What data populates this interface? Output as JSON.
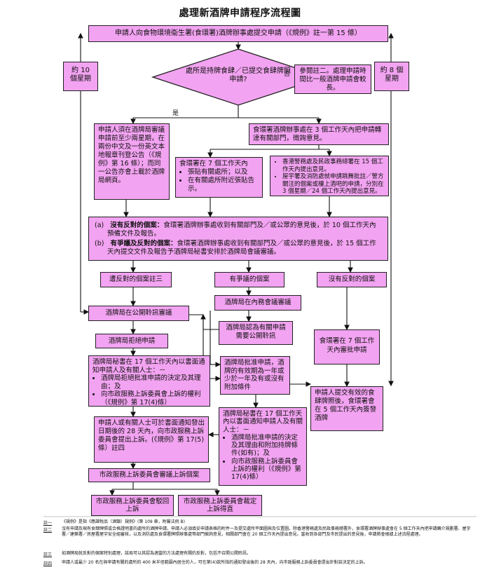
{
  "title": "處理新酒牌申請程序流程圖",
  "start": "申請人向食物環境衞生署(食環署)酒牌辦事處提交申請（《規例》註一第 15 條）",
  "left_weeks": "約 10 個星期",
  "right_weeks": "約 8 個星期",
  "decision": "處所是持牌食肆／已提交食肆牌照申請?",
  "no_label": "否",
  "yes_label": "是",
  "note2_box": "參閱註二。處理申請時間比一般酒牌申請會較長。",
  "gazette": "申請人須在酒牌局審議申請前至少兩星期，在兩份中文及一份英文本地報章刊登公告（《規例》第 16 條）；而同一公告亦會上載於酒牌局網頁。",
  "referral": "食環署酒牌辦事處在 3 個工作天內把申請轉達有關部門，徵詢意見。",
  "posting": {
    "head": "食環署在 7 個工作天內",
    "items": [
      "張貼有關處所；以及",
      "在有關處所附近張貼告示。"
    ]
  },
  "depts": {
    "items": [
      "香港警務處及民政事務總署在 15 個工作天內提出意見。",
      "屋宇署及消防處就申請跳舞批註／警方關注的個案或樓上酒吧的申請，分別在 3 個星期／24 個工作天內提出意見。"
    ]
  },
  "summary": {
    "a_key": "(a)",
    "a_bold": "沒有反對的個案：",
    "a_text": "食環署酒牌辦事處收到有關部門及／或公眾的意見後，於 10 個工作天內預備文件及報告。",
    "b_key": "(b)",
    "b_bold": "有爭議及反對的個案：",
    "b_text": "食環署酒牌辦事處收到有關部門及／或公眾的意見後，於 15 個工作天內提交文件及報告予酒牌局秘書安排於酒牌局會議審議。"
  },
  "objection": "遭反對的個案註三",
  "disputed": "有爭議的個案",
  "no_objection": "沒有反對的個案",
  "public_hearing": "酒牌局在公開聆訊審議",
  "internal_meeting": "酒牌局在內務會議審議",
  "need_public": "酒牌局認為有關申請需要公開聆訊",
  "refuse": "酒牌局拒絕申請",
  "approve_7days": "食環署在 7 個工作天內審批申請",
  "approve_board": "酒牌局批准申請，酒牌的有效期為一年或少於一年及有或沒有附加條件",
  "refuse_notice": {
    "head": "酒牌局秘書在 17 個工作天內以書面通知申請人及有關人士：－",
    "items": [
      "酒牌局拒絕批准申請的決定及其理由；及",
      "向市政服務上訴委員會上訴的權利（《規例》第 17(4)條）"
    ]
  },
  "issue_licence": "申請人提交有效的食肆牌照後，食環署會在 5 個工作天內簽發酒牌",
  "appeal_28": "申請人或有關人士可於書面通知發出日期後的 28 天內，向市政服務上訴委員會提出上訴。(《規例》第 17(5)條）註四",
  "approve_notice": {
    "head": "酒牌局秘書在 17 個工作天內以書面通知申請人及有關人士：－",
    "items": [
      "酒牌局批准申請的決定及其理由和附加持牌條件(如有)；及",
      "向市政服務上訴委員會上訴的權利（《規例》第 17(4)條）"
    ]
  },
  "appeal_board": "市政服務上訴委員會審議上訴個案",
  "appeal_reject": "市政服務上訴委員會駁回上訴",
  "appeal_overturn": "市政服務上訴委員會裁定上訴得直",
  "notes": [
    {
      "key": "註一",
      "text": "《規例》是指《應課稅品（酒類）規例》(第 109 章，附屬法例 B)"
    },
    {
      "key": "註二",
      "text": "沒有申請及現有食肆牌照或合格證明書的處所的酒牌申請，申請人必須填妥申請表格的附件一及提交處所平面圖與及位置圖。除香港警務處及民政事務總署外，食環署酒牌辦事處會在 5 個工作天內把申請轉介規劃署、屋宇署／建築署／房屋署屋宇安全組審核，以及消防處及食環署牌照辦事處等部門徵詢意見，相關部門會在 20 個工作天內提出意見。當收到各部門及市民提出的意見後，申請將會根據上述流程處理。"
    },
    {
      "key": "註三",
      "text": "如酒牌局就反對的個案特別處理，該局可以其認為適當的方法處理有關的反對，包括不召開公開聆訊。"
    },
    {
      "key": "註四",
      "text": "申請人或最少 20 名在與申請有關的處所的 400 米半徑範圍內居住的人，可在第(4)款所指的通知發出後的 28 天內，向市政服務上訴委員會提出針對該決定的上訴。"
    }
  ]
}
